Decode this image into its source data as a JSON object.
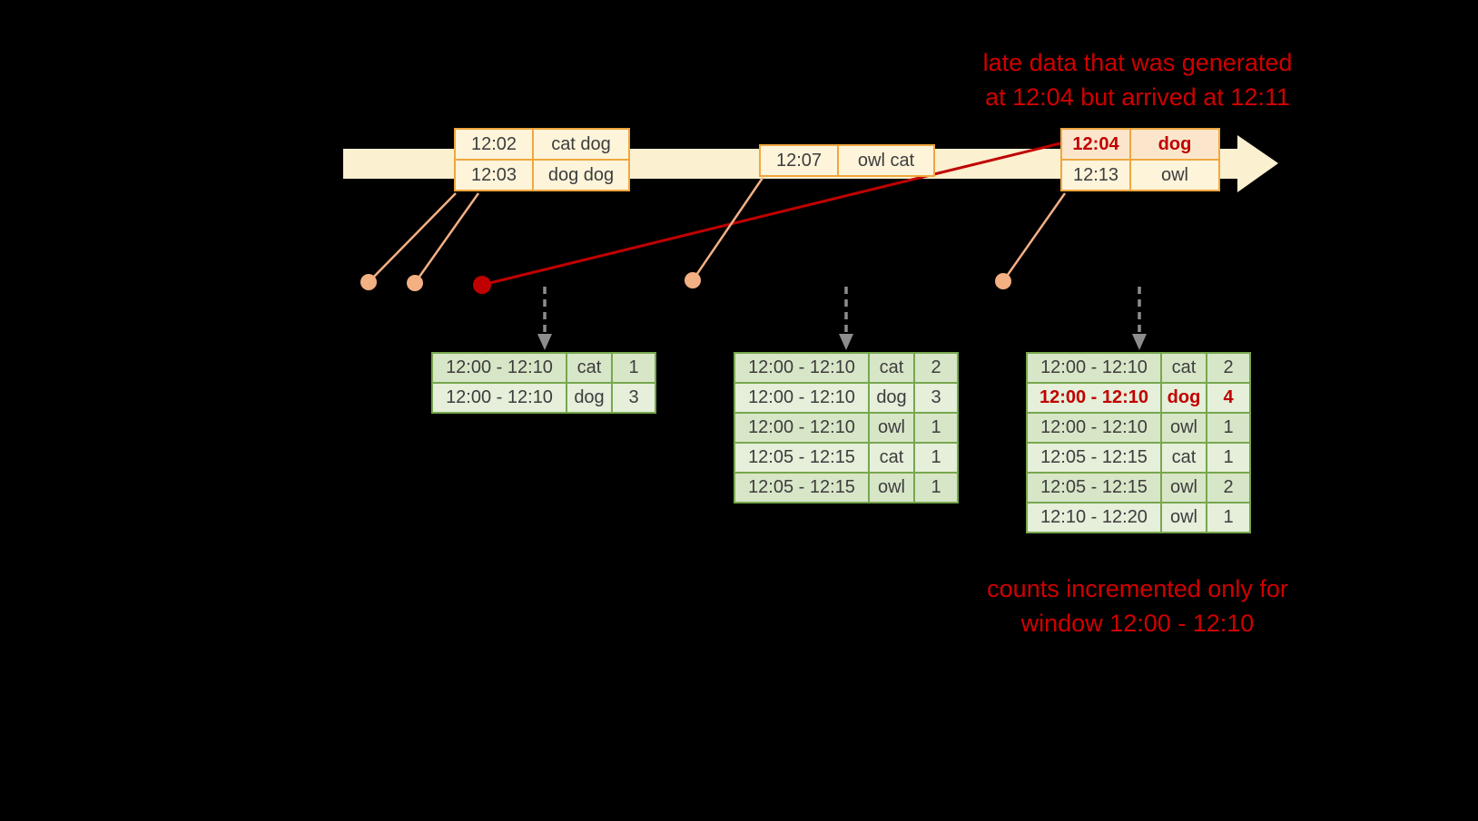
{
  "colors": {
    "background": "#000000",
    "timeline-fill": "#fbf0cf",
    "event-border": "#f0a73e",
    "event-fill": "#fdf4da",
    "late-fill": "#fbe6cc",
    "result-border": "#77a74e",
    "result-fill-a": "#d8e6c8",
    "result-fill-b": "#e5efda",
    "connector": "#f2b083",
    "late-red": "#c00000",
    "annotation-red": "#d00000",
    "arrow-gray": "#8d8d8d",
    "cell-text": "#3d3d3d"
  },
  "annotations": {
    "late_data_line1": "late data that was generated",
    "late_data_line2": "at 12:04 but arrived at 12:11",
    "counts_line1": "counts incremented only for",
    "counts_line2": "window 12:00 - 12:10"
  },
  "timeline": {
    "events": [
      {
        "time": "12:02",
        "words": "cat dog"
      },
      {
        "time": "12:03",
        "words": "dog dog"
      },
      {
        "time": "12:07",
        "words": "owl cat"
      },
      {
        "time": "12:04",
        "words": "dog",
        "late": true
      },
      {
        "time": "12:13",
        "words": "owl"
      }
    ]
  },
  "result_tables": [
    {
      "rows": [
        {
          "window": "12:00 - 12:10",
          "word": "cat",
          "count": "1"
        },
        {
          "window": "12:00 - 12:10",
          "word": "dog",
          "count": "3"
        }
      ]
    },
    {
      "rows": [
        {
          "window": "12:00 - 12:10",
          "word": "cat",
          "count": "2"
        },
        {
          "window": "12:00 - 12:10",
          "word": "dog",
          "count": "3"
        },
        {
          "window": "12:00 - 12:10",
          "word": "owl",
          "count": "1"
        },
        {
          "window": "12:05 - 12:15",
          "word": "cat",
          "count": "1"
        },
        {
          "window": "12:05 - 12:15",
          "word": "owl",
          "count": "1"
        }
      ]
    },
    {
      "rows": [
        {
          "window": "12:00 - 12:10",
          "word": "cat",
          "count": "2"
        },
        {
          "window": "12:00 - 12:10",
          "word": "dog",
          "count": "4",
          "highlight": true
        },
        {
          "window": "12:00 - 12:10",
          "word": "owl",
          "count": "1"
        },
        {
          "window": "12:05 - 12:15",
          "word": "cat",
          "count": "1"
        },
        {
          "window": "12:05 - 12:15",
          "word": "owl",
          "count": "2"
        },
        {
          "window": "12:10 - 12:20",
          "word": "owl",
          "count": "1"
        }
      ]
    }
  ]
}
